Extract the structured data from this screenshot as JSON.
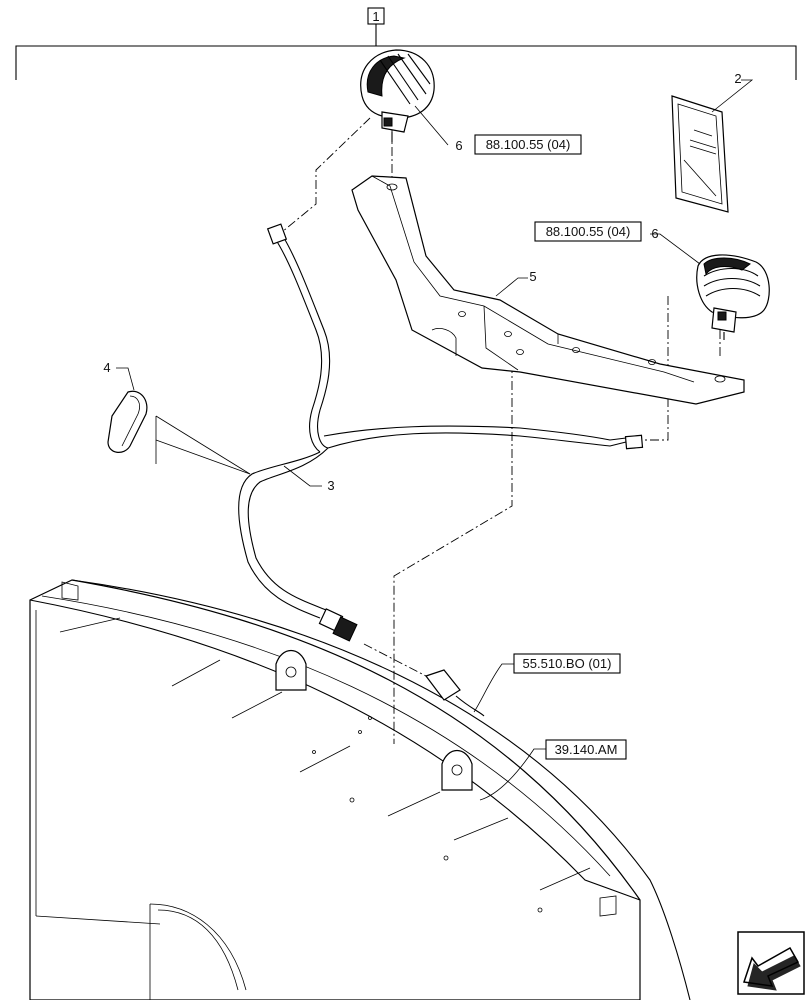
{
  "assembly": {
    "callout": "1"
  },
  "callouts": {
    "lamp_left": "6",
    "lamp_right": "6",
    "manual": "2",
    "bracket": "5",
    "harness": "3",
    "tie": "4"
  },
  "references": {
    "lamp_left_ref": "88.100.55 (04)",
    "lamp_right_ref": "88.100.55 (04)",
    "connector_ref": "55.510.BO (01)",
    "cab_ref": "39.140.AM"
  },
  "nav": {
    "icon": "arrow-down-left-icon"
  }
}
